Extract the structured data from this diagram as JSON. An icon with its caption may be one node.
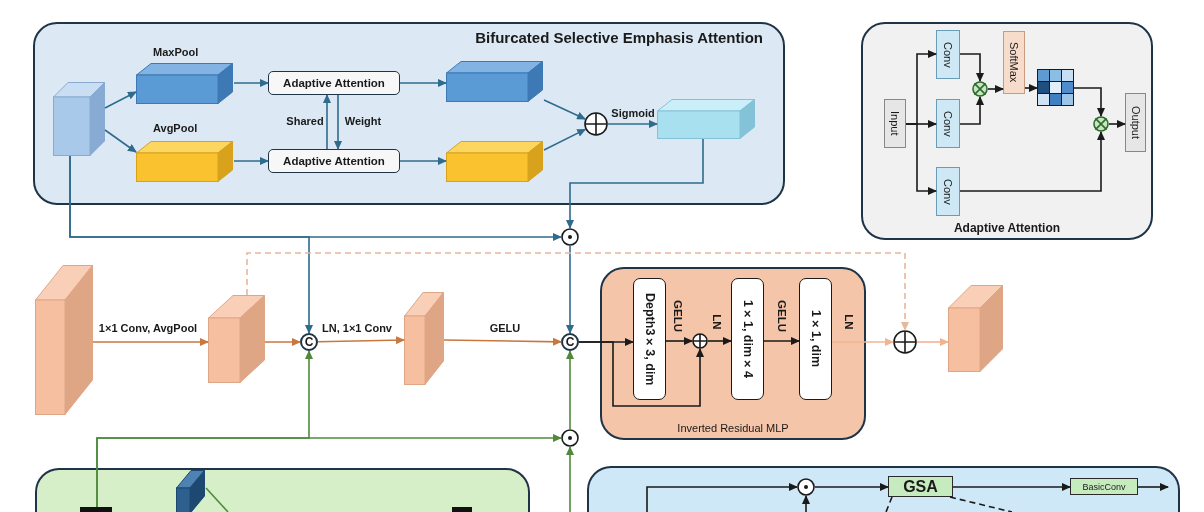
{
  "diagram": {
    "nodes": [
      {
        "text": [
          "Bifurcated Selective Emphasis Attention"
        ]
      },
      {
        "text": [],
        "shape": "box",
        "in": 0
      },
      {
        "text": [
          "MaxPool"
        ],
        "in": 0
      },
      {
        "text": [
          "AvgPool"
        ],
        "in": 0
      },
      {
        "text": [
          "Adaptive Attention"
        ],
        "in": 0
      },
      {
        "text": [
          "Adaptive Attention"
        ],
        "in": 0
      },
      {
        "text": [],
        "shape": "box",
        "in": 0
      },
      {
        "text": [],
        "shape": "box",
        "in": 0
      },
      {
        "text": [],
        "shape": "circle",
        "in": 0
      },
      {
        "text": [],
        "shape": "box",
        "in": 0
      },
      {
        "text": [
          "Adaptive Attention"
        ]
      },
      {
        "text": [
          "Input"
        ],
        "in": 10
      },
      {
        "text": [
          "Conv"
        ],
        "in": 10
      },
      {
        "text": [
          "Conv"
        ],
        "in": 10
      },
      {
        "text": [
          "Conv"
        ],
        "in": 10
      },
      {
        "text": [],
        "shape": "circle",
        "in": 10
      },
      {
        "text": [
          "SoftMax"
        ],
        "in": 10
      },
      {
        "text": [],
        "shape": "grid",
        "in": 10
      },
      {
        "text": [],
        "shape": "circle",
        "in": 10
      },
      {
        "text": [
          "Output"
        ],
        "in": 10
      },
      {
        "text": [],
        "shape": "box"
      },
      {
        "text": [],
        "shape": "box"
      },
      {
        "text": [
          "C"
        ]
      },
      {
        "text": [],
        "shape": "box"
      },
      {
        "text": [
          "C"
        ]
      },
      {
        "text": [],
        "shape": "circle"
      },
      {
        "text": [],
        "shape": "circle"
      },
      {
        "text": [
          "Inverted Residual MLP"
        ]
      },
      {
        "text": [
          "Depth3×3, dim"
        ],
        "in": 27
      },
      {
        "text": [],
        "shape": "circle",
        "in": 27
      },
      {
        "text": [
          "1×1, dim×4"
        ],
        "in": 27
      },
      {
        "text": [
          "1×1, dim"
        ],
        "in": 27
      },
      {
        "text": [],
        "shape": "circle"
      },
      {
        "text": [],
        "shape": "box"
      },
      {
        "text": [],
        "shape": "box"
      },
      {
        "text": [],
        "shape": "bar",
        "in": 34
      },
      {
        "text": [],
        "shape": "box",
        "in": 34
      },
      {
        "text": [],
        "shape": "bar",
        "in": 34
      },
      {
        "text": [],
        "shape": "box"
      },
      {
        "text": [],
        "shape": "circle",
        "in": 38
      },
      {
        "text": [
          "GSA"
        ],
        "in": 38
      },
      {
        "text": [
          "BasicConv"
        ],
        "in": 38
      }
    ],
    "edges": [
      {
        "from": 1,
        "to": 2,
        "arrow": "to",
        "color": "#2f6b8c"
      },
      {
        "from": 1,
        "to": 3,
        "arrow": "to",
        "color": "#2f6b8c"
      },
      {
        "from": 2,
        "to": 4,
        "arrow": "to",
        "color": "#2f6b8c"
      },
      {
        "from": 3,
        "to": 5,
        "arrow": "to",
        "color": "#2f6b8c"
      },
      {
        "from": 4,
        "to": 6,
        "arrow": "to",
        "color": "#2f6b8c"
      },
      {
        "from": 5,
        "to": 7,
        "arrow": "to",
        "color": "#2f6b8c"
      },
      {
        "from": 6,
        "to": 8,
        "arrow": "to",
        "color": "#2f6b8c"
      },
      {
        "from": 7,
        "to": 8,
        "arrow": "to",
        "color": "#2f6b8c"
      },
      {
        "from": 8,
        "to": 9,
        "arrow": "to",
        "label": "Sigmoid",
        "color": "#2f6b8c"
      },
      {
        "from": 5,
        "to": 4,
        "arrow": "to",
        "label": "Shared",
        "color": "#2f6b8c"
      },
      {
        "from": 4,
        "to": 5,
        "arrow": "to",
        "label": "Weight",
        "color": "#2f6b8c"
      },
      {
        "from": 11,
        "to": 12,
        "arrow": "to"
      },
      {
        "from": 11,
        "to": 13,
        "arrow": "to"
      },
      {
        "from": 11,
        "to": 14,
        "arrow": "to"
      },
      {
        "from": 12,
        "to": 15,
        "arrow": "to"
      },
      {
        "from": 13,
        "to": 15,
        "arrow": "to"
      },
      {
        "from": 15,
        "to": 16,
        "arrow": "to"
      },
      {
        "from": 16,
        "to": 17,
        "arrow": "to"
      },
      {
        "from": 17,
        "to": 18,
        "arrow": "to"
      },
      {
        "from": 14,
        "to": 18,
        "arrow": "to"
      },
      {
        "from": 18,
        "to": 19,
        "arrow": "to"
      },
      {
        "from": 20,
        "to": 21,
        "arrow": "to",
        "label": "1×1 Conv, AvgPool",
        "color": "#c8773f"
      },
      {
        "from": 21,
        "to": 22,
        "arrow": "to",
        "color": "#c8773f"
      },
      {
        "from": 22,
        "to": 23,
        "arrow": "to",
        "label": "LN, 1×1 Conv",
        "color": "#c8773f"
      },
      {
        "from": 23,
        "to": 24,
        "arrow": "to",
        "label": "GELU",
        "color": "#c8773f"
      },
      {
        "from": 1,
        "to": 25,
        "arrow": "to",
        "color": "#2f6b8c"
      },
      {
        "from": 1,
        "to": 22,
        "arrow": "to",
        "color": "#2f6b8c"
      },
      {
        "from": 9,
        "to": 25,
        "arrow": "to",
        "color": "#2f6b8c"
      },
      {
        "from": 25,
        "to": 24,
        "arrow": "to",
        "color": "#2f6b8c"
      },
      {
        "from": 35,
        "to": 22,
        "arrow": "to",
        "color": "#4f8a3c"
      },
      {
        "from": 35,
        "to": 26,
        "arrow": "to",
        "color": "#4f8a3c"
      },
      {
        "from": null,
        "to": 26,
        "arrow": "to",
        "color": "#4f8a3c"
      },
      {
        "from": 26,
        "to": 24,
        "arrow": "to",
        "color": "#4f8a3c"
      },
      {
        "from": 24,
        "to": 28,
        "arrow": "to"
      },
      {
        "from": 24,
        "to": 29,
        "arrow": "to"
      },
      {
        "from": 28,
        "to": 29,
        "arrow": "to",
        "label": "GELU"
      },
      {
        "from": 29,
        "to": 30,
        "arrow": "to",
        "label": "LN"
      },
      {
        "from": 30,
        "to": 31,
        "arrow": "to",
        "label": "GELU"
      },
      {
        "from": 31,
        "to": 32,
        "arrow": "to",
        "label": "LN",
        "color": "#f0b493"
      },
      {
        "from": 32,
        "to": 33,
        "arrow": "to",
        "color": "#f0b493"
      },
      {
        "from": 21,
        "to": 32,
        "arrow": "to",
        "style": "dashed",
        "color": "#e6b89c"
      },
      {
        "from": 36,
        "to": null,
        "arrow": "none",
        "color": "#4f8a3c"
      },
      {
        "from": null,
        "to": 39,
        "arrow": "to"
      },
      {
        "from": null,
        "to": 39,
        "arrow": "to"
      },
      {
        "from": 39,
        "to": 40,
        "arrow": "to"
      },
      {
        "from": 40,
        "to": 41,
        "arrow": "to"
      },
      {
        "from": 41,
        "to": null,
        "arrow": "to"
      },
      {
        "from": 40,
        "to": null,
        "arrow": "none",
        "style": "dashed"
      },
      {
        "from": 40,
        "to": null,
        "arrow": "none",
        "style": "dashed"
      }
    ]
  }
}
